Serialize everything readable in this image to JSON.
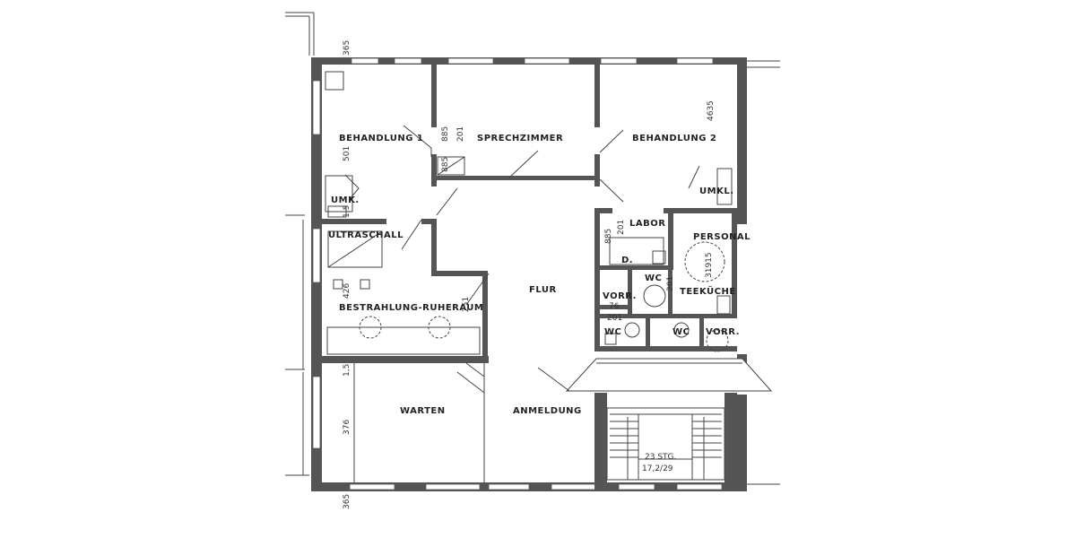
{
  "rooms": {
    "behandlung1": "BEHANDLUNG 1",
    "sprechzimmer": "SPRECHZIMMER",
    "behandlung2": "BEHANDLUNG 2",
    "umk_left": "UMK.",
    "umk_right": "UMKL.",
    "ultraschall": "ULTRASCHALL",
    "bestrahlung": "BESTRAHLUNG-RUHERAUM",
    "labor": "LABOR",
    "personal": "PERSONAL",
    "teekueche": "TEEKÜCHE",
    "flur": "FLUR",
    "vorr_left": "VORR.",
    "vorr_right": "VORR.",
    "wc_left": "WC",
    "wc_mid": "WC",
    "wc_small": "WC",
    "d": "D.",
    "warten": "WARTEN",
    "anmeldung": "ANMELDUNG"
  },
  "dimensions": {
    "top_365": "365",
    "bottom_365": "365",
    "d501": "501",
    "d4635": "4635",
    "d426": "426",
    "d376": "376",
    "d251": "251",
    "d201_top": "201",
    "d885": "885",
    "d885b": "885",
    "d201_vorr": "201",
    "d76": "76",
    "d201_wc": "201",
    "d31915": "31915",
    "d885_labor": "885",
    "d201_labor": "201",
    "d15_left": "1,5",
    "d15_umk": "1,5"
  },
  "stairs": {
    "steps": "23 STG.",
    "ratio": "17,2/29"
  }
}
